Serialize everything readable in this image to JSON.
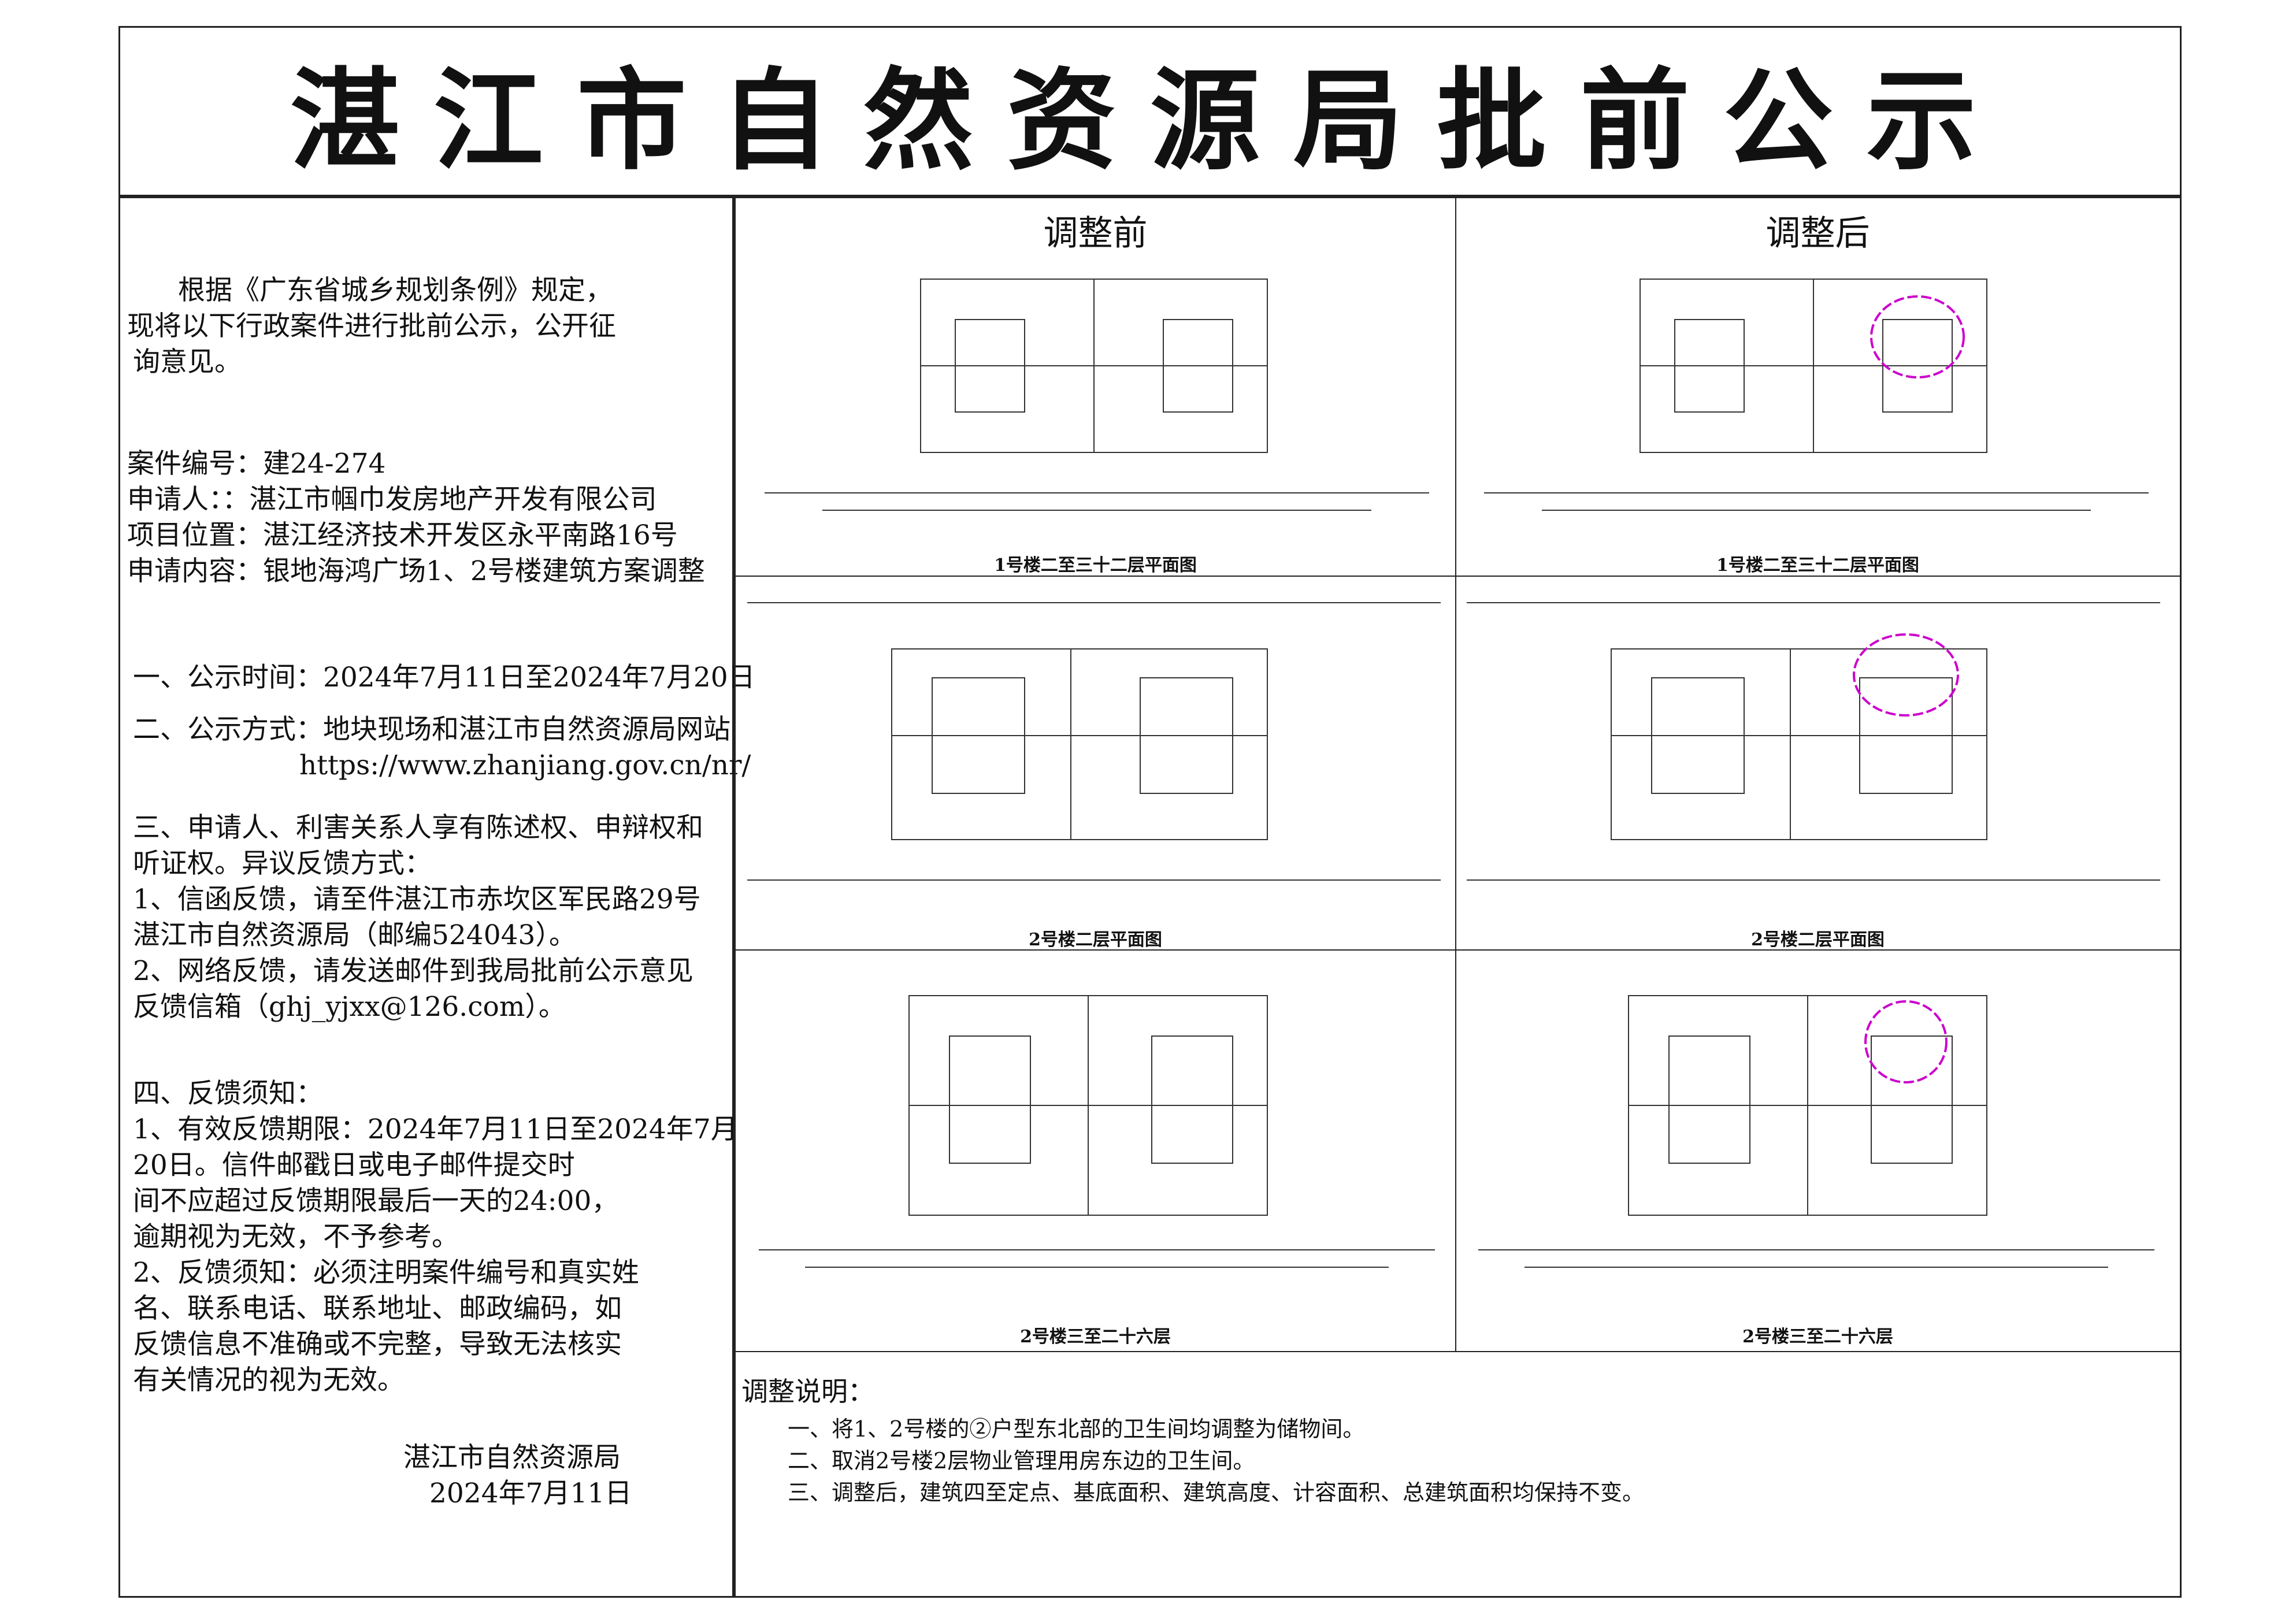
{
  "title": "湛江市自然资源局批前公示",
  "left": {
    "intro": [
      "根据《广东省城乡规划条例》规定，",
      "现将以下行政案件进行批前公示，公开征",
      "询意见。"
    ],
    "case_no": "案件编号：建24-274",
    "applicant": "申请人：：湛江市帼巾发房地产开发有限公司",
    "location": "项目位置：湛江经济技术开发区永平南路16号",
    "content": "申请内容：银地海鸿广场1、2号楼建筑方案调整",
    "s1": "一、公示时间：2024年7月11日至2024年7月20日",
    "s2": "二、公示方式：地块现场和湛江市自然资源局网站",
    "s2_url": "https://www.zhanjiang.gov.cn/nr/",
    "s3": [
      "三、申请人、利害关系人享有陈述权、申辩权和",
      "听证权。异议反馈方式：",
      "1、信函反馈，请至件湛江市赤坎区军民路29号",
      "湛江市自然资源局（邮编524043）。",
      "2、网络反馈，请发送邮件到我局批前公示意见",
      "反馈信箱（ghj_yjxx@126.com）。"
    ],
    "s4": [
      "四、反馈须知：",
      "1、有效反馈期限：2024年7月11日至2024年7月",
      "20日。信件邮戳日或电子邮件提交时",
      "间不应超过反馈期限最后一天的24:00，",
      "逾期视为无效，不予参考。",
      "2、反馈须知：必须注明案件编号和真实姓",
      "名、联系电话、联系地址、邮政编码，如",
      "反馈信息不准确或不完整，导致无法核实",
      "有关情况的视为无效。"
    ],
    "signature": "湛江市自然资源局",
    "date": "2024年7月11日"
  },
  "right": {
    "before_header": "调整前",
    "after_header": "调整后",
    "captions": {
      "row1_before": "1号楼二至三十二层平面图",
      "row1_after": "1号楼二至三十二层平面图",
      "row2_before": "2号楼二层平面图",
      "row2_after": "2号楼二层平面图",
      "row3_before": "2号楼三至二十六层",
      "row3_after": "2号楼三至二十六层"
    },
    "notes_title": "调整说明：",
    "notes": [
      "一、将1、2号楼的②户型东北部的卫生间均调整为储物间。",
      "二、取消2号楼2层物业管理用房东边的卫生间。",
      "三、调整后，建筑四至定点、基底面积、建筑高度、计容面积、总建筑面积均保持不变。"
    ]
  },
  "colors": {
    "line": "#222222",
    "highlight": "#cc00cc"
  }
}
